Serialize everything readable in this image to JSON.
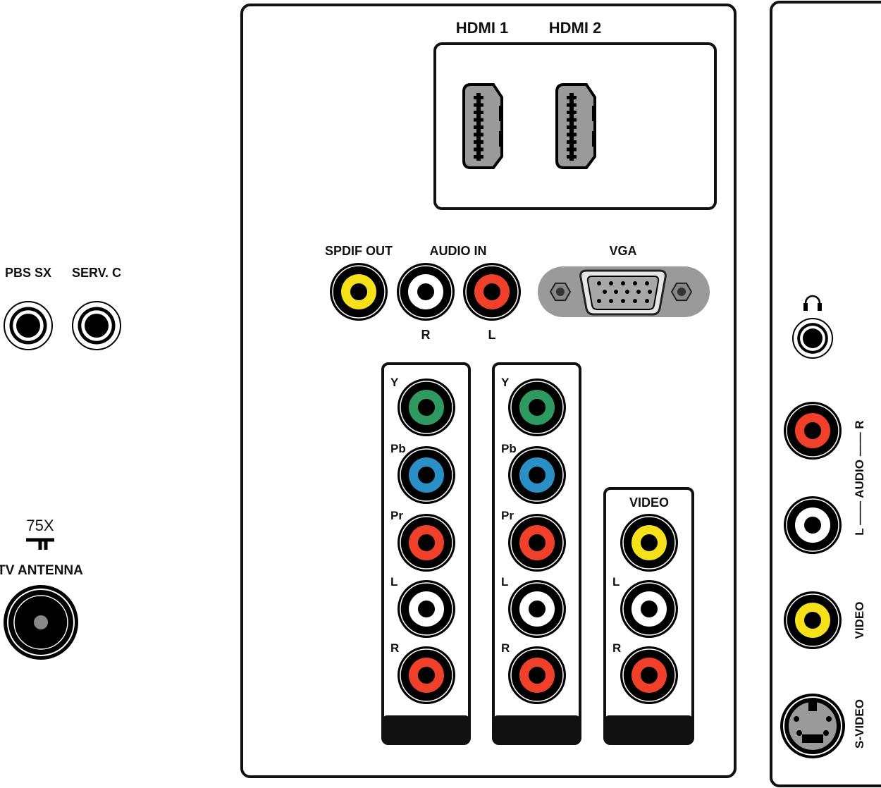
{
  "left": {
    "pbs_label": "PBS SX",
    "serv_label": "SERV. C",
    "impedance_label": "75X",
    "antenna_label": "TV ANTENNA"
  },
  "hdmi": {
    "hdmi1_label": "HDMI 1",
    "hdmi2_label": "HDMI 2"
  },
  "middle_row": {
    "spdif_label": "SPDIF OUT",
    "audio_in_label": "AUDIO IN",
    "vga_label": "VGA",
    "r_label": "R",
    "l_label": "L"
  },
  "cvi1": {
    "title": "CVI-1",
    "labels": [
      "Y",
      "Pb",
      "Pr",
      "L",
      "R"
    ],
    "colors": [
      "#2e9a5f",
      "#2a8fc4",
      "#f0402a",
      "#ffffff",
      "#f0402a"
    ]
  },
  "cvi2": {
    "title": "CVI-2",
    "labels": [
      "Y",
      "Pb",
      "Pr",
      "L",
      "R"
    ],
    "colors": [
      "#2e9a5f",
      "#2a8fc4",
      "#f0402a",
      "#ffffff",
      "#f0402a"
    ]
  },
  "av1": {
    "title": "AV1 IN",
    "video_label": "VIDEO",
    "labels": [
      "L",
      "R"
    ],
    "colors": [
      "#f5e11a",
      "#ffffff",
      "#f0402a"
    ]
  },
  "side": {
    "audio_label": "L —— AUDIO —— R",
    "video_label": "VIDEO",
    "svideo_label": "S-VIDEO",
    "colors": [
      "#f0402a",
      "#ffffff",
      "#f5e11a"
    ]
  },
  "colors": {
    "spdif": "#f5e11a",
    "audio_r": "#ffffff",
    "audio_l": "#f0402a",
    "connector_gray": "#9a9a9a"
  }
}
